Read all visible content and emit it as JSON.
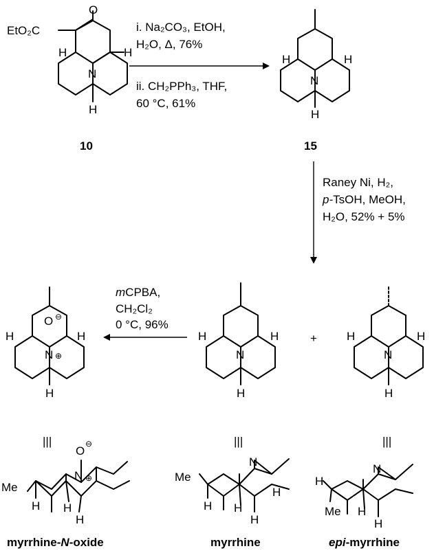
{
  "compounds": {
    "c10": {
      "number": "10",
      "ester_label": "EtO₂C",
      "ketone_o": "O",
      "h": "H",
      "n": "N"
    },
    "c15": {
      "number": "15",
      "h": "H",
      "n": "N"
    },
    "noxide": {
      "name_prefix": "myrrhine-",
      "name_n": "N",
      "name_suffix": "-oxide",
      "o": "O",
      "charge_minus": "⊖",
      "charge_plus": "⊕",
      "n": "N",
      "h": "H",
      "me": "Me"
    },
    "myrrhine": {
      "name": "myrrhine",
      "n": "N",
      "h": "H",
      "me": "Me"
    },
    "epi": {
      "name_prefix": "epi",
      "name_suffix": "-myrrhine",
      "n": "N",
      "h": "H",
      "me": "Me"
    }
  },
  "reactions": {
    "step1": {
      "line1": "i. Na₂CO₃, EtOH,",
      "line2": "H₂O, Δ, 76%",
      "line3": "ii. CH₂PPh₃, THF,",
      "line4": "60 °C, 61%"
    },
    "step2": {
      "line1": "Raney Ni, H₂,",
      "line2_italic": "p-",
      "line2_rest": "TsOH, MeOH,",
      "line3": "H₂O, 52% + 5%"
    },
    "step3": {
      "line1_italic": "m",
      "line1_rest": "CPBA,",
      "line2": "CH₂Cl₂",
      "line3": "0 °C, 96%"
    }
  },
  "plus": "+",
  "equivalence_mark": "|||"
}
